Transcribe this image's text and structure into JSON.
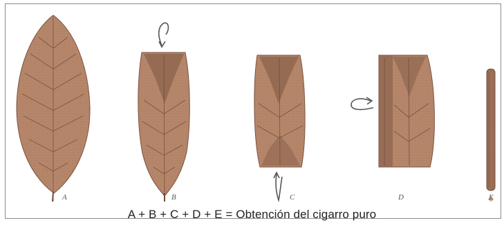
{
  "figure": {
    "caption": "A + B + C + D + E = Obtención del cigarro puro",
    "panels": [
      {
        "id": "a",
        "label": "A",
        "stage": "hoja entera"
      },
      {
        "id": "b",
        "label": "B",
        "stage": "hoja con la punta plegada"
      },
      {
        "id": "c",
        "label": "C",
        "stage": "hoja con la base plegada"
      },
      {
        "id": "d",
        "label": "D",
        "stage": "hoja enrollándose"
      },
      {
        "id": "e",
        "label": "E",
        "stage": "cigarro puro"
      }
    ],
    "colors": {
      "leaf": "#b58569",
      "leaf_dark": "#8f6650",
      "vein": "#6f4d3c",
      "outline": "#7a5241",
      "arrow": "#555555",
      "frame": "#8a8a8a"
    }
  }
}
